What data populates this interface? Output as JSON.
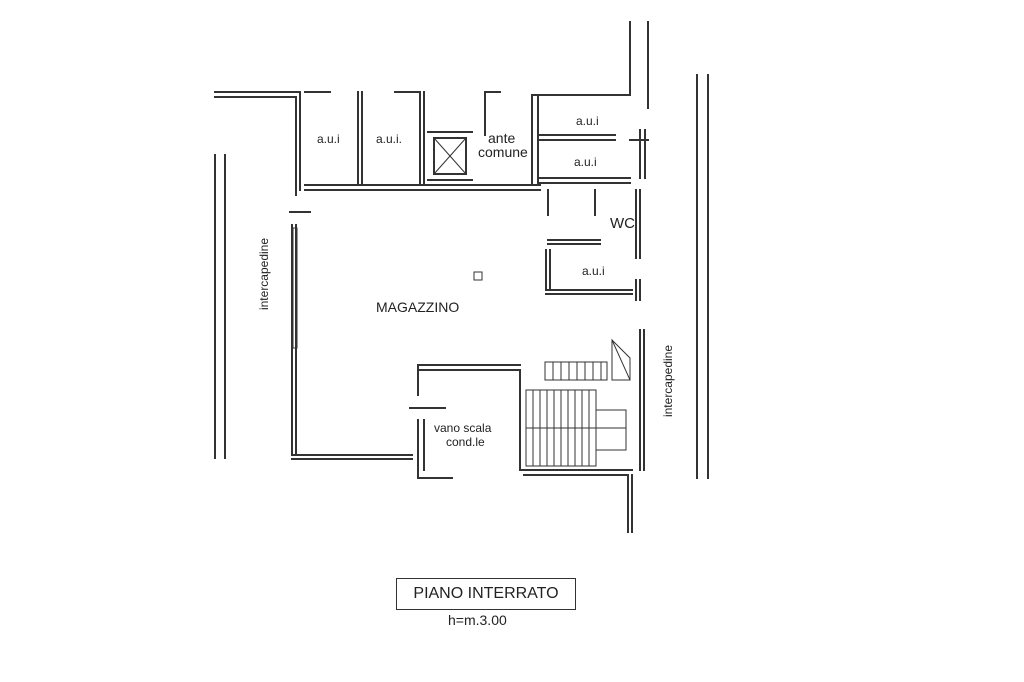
{
  "plan": {
    "rooms": {
      "aui_1": "a.u.i",
      "aui_2": "a.u.i.",
      "aui_3": "a.u.i",
      "aui_4": "a.u.i",
      "aui_5": "a.u.i",
      "ante_line1": "ante",
      "ante_line2": "comune",
      "wc": "WC",
      "magazzino": "MAGAZZINO",
      "vano_line1": "vano scala",
      "vano_line2": "cond.le"
    },
    "intercapedine_left": "intercapedine",
    "intercapedine_right": "intercapedine"
  },
  "footer": {
    "title": "PIANO INTERRATO",
    "height": "h=m.3.00"
  }
}
